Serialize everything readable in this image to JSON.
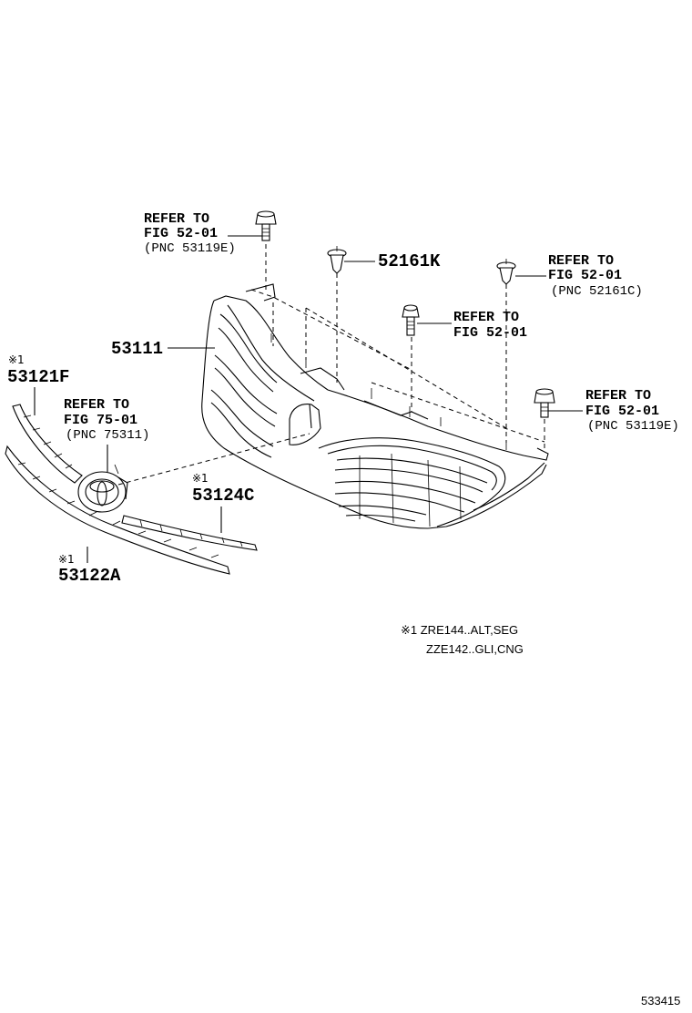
{
  "callouts": {
    "top_left": {
      "line1": "REFER TO",
      "line2": "FIG 52-01",
      "pnc": "(PNC 53119E)"
    },
    "top_right": {
      "line1": "REFER TO",
      "line2": "FIG 52-01",
      "pnc": "(PNC 52161C)"
    },
    "mid": {
      "line1": "REFER TO",
      "line2": "FIG 52-01"
    },
    "right": {
      "line1": "REFER TO",
      "line2": "FIG 52-01",
      "pnc": "(PNC 53119E)"
    },
    "emblem": {
      "line1": "REFER TO",
      "line2": "FIG 75-01",
      "pnc": "(PNC 75311)"
    }
  },
  "parts": {
    "clip": "52161K",
    "grille": "53111",
    "upper_molding": "53121F",
    "lower_molding": "53122A",
    "side_molding": "53124C"
  },
  "marks": {
    "upper_molding": "※1",
    "lower_molding": "※1",
    "side_molding": "※1"
  },
  "footnote": {
    "line1": "※1 ZRE144..ALT,SEG",
    "line2": "ZZE142..GLI,CNG"
  },
  "figure_number": "533415"
}
